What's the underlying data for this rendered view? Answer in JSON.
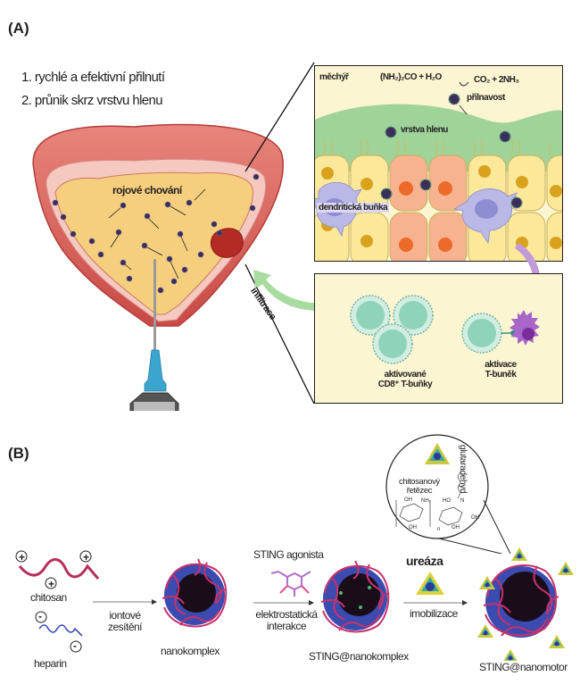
{
  "figure": {
    "panel_a": {
      "label": "(A)",
      "steps": [
        "1. rychlé a efektivní přilnutí",
        "2. průnik skrz vrstvu hlenu"
      ],
      "bladder": {
        "swarm_label": "rojové chování",
        "infiltration_label": "infiltrace"
      },
      "inset_mucosa": {
        "bladder_label": "měchýř",
        "reaction_left": "(NH₂)₂CO + H₂O",
        "reaction_right": "CO₂ + 2NH₃",
        "adhesion_label": "přilnavost",
        "mucus_label": "vrstva hlenu",
        "dendritic_label": "dendritická buňka"
      },
      "inset_immune": {
        "cd8_label_line1": "aktivované",
        "cd8_label_line2": "CD8⁺ T-buňky",
        "activation_label_line1": "aktivace",
        "activation_label_line2": "T-buněk"
      }
    },
    "panel_b": {
      "label": "(B)",
      "chitosan_label": "chitosan",
      "heparin_label": "heparin",
      "step1_line1": "iontové",
      "step1_line2": "zesítění",
      "nanocomplex_label": "nanokomplex",
      "sting_agonist_label": "STING agonista",
      "step2_line1": "elektrostatická",
      "step2_line2": "interakce",
      "sting_nanocomplex_label": "STING@nanokomplex",
      "urease_label": "ureáza",
      "step3_label": "imobilizace",
      "sting_nanomotor_label": "STING@nanomotor",
      "zoom_circle": {
        "chain_label_line1": "chitosanový",
        "chain_label_line2": "řetězec",
        "linker_label": "glutaradehyd",
        "chem_oh": "OH",
        "chem_nh2": "NH₂",
        "chem_ho": "HO",
        "chem_n": "N",
        "chem_sub_n": "n"
      },
      "plus_sign": "+",
      "minus_sign": "-"
    }
  },
  "colors": {
    "bladder_wall": "#e07a72",
    "bladder_inner": "#f6c9c0",
    "bladder_lumen": "#f5cf7e",
    "tumor": "#b32b24",
    "inset_bg": "#fbf5d2",
    "mucus": "#9fd39a",
    "epithelial_yellow": "#fbe89a",
    "epithelial_orange": "#f7b38f",
    "nucleus_yellow": "#d9a21d",
    "nucleus_orange": "#ec6a2a",
    "dendritic": "#b9b8e6",
    "tcell": "#8fd4b8",
    "activation_arrow": "#c09bd8",
    "infiltration_arrow": "#a8dba0",
    "needle_blue": "#3aa6cf",
    "chitosan": "#b5305e",
    "heparin": "#3b4bb0",
    "nanomotor_core": "#1a0d1a"
  }
}
